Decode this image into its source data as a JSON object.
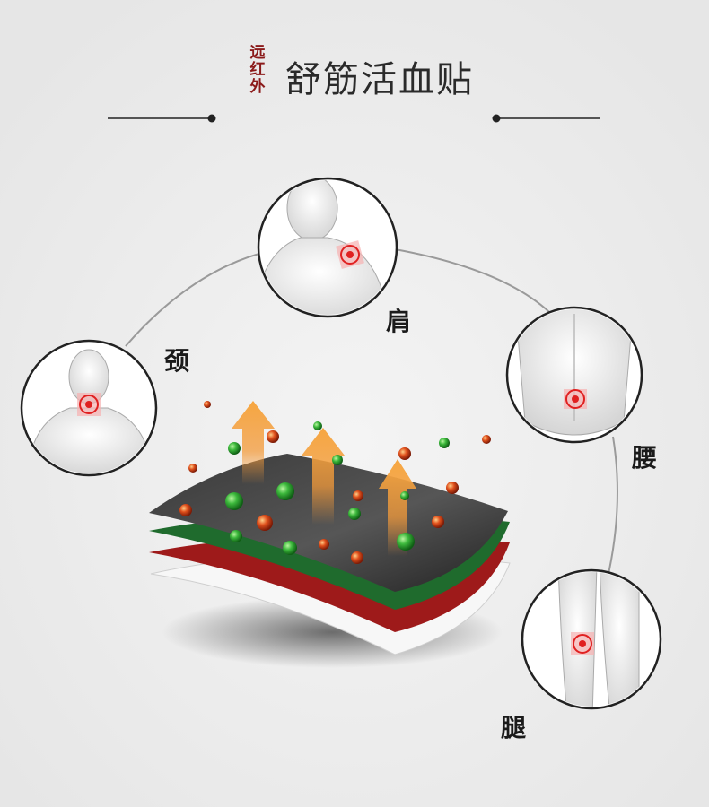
{
  "header": {
    "tag": "远红外",
    "title": "舒筋活血贴"
  },
  "body_parts": [
    {
      "id": "neck",
      "label": "颈"
    },
    {
      "id": "shoulder",
      "label": "肩"
    },
    {
      "id": "waist",
      "label": "腰"
    },
    {
      "id": "leg",
      "label": "腿"
    }
  ],
  "colors": {
    "title": "#2a2a2a",
    "tag": "#8b1a1a",
    "accent_red": "#e02020",
    "particle_green": "#3cb83c",
    "particle_red": "#e0501c",
    "arrow_orange": "#f39a3a",
    "layer_top": "#2b2b2b",
    "layer_green": "#1f6b2d",
    "layer_red": "#9e1a1a",
    "layer_white": "#f7f7f7"
  },
  "icons": [
    "target-icon",
    "heat-arrow-icon"
  ]
}
